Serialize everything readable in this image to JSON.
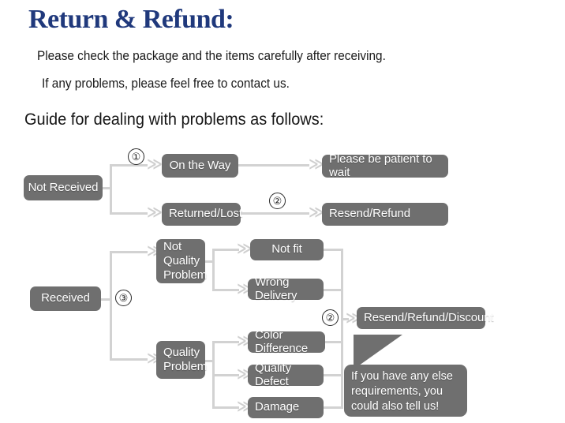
{
  "header": {
    "title": "Return & Refund:",
    "line1": "Please check the package and the items carefully after receiving.",
    "line2": "If any problems, please feel free to contact us.",
    "guide": "Guide for dealing with problems as follows:",
    "title_color": "#20397c",
    "text_color": "#1a1a1a"
  },
  "flowchart": {
    "node_fill": "#6f6f6f",
    "node_text_color": "#ffffff",
    "connector_color": "#d2d2d2",
    "nodes": {
      "not_received": "Not Received",
      "on_the_way": "On the Way",
      "returned_lost": "Returned/Lost",
      "please_wait": "Please be patient to wait",
      "resend_refund": "Resend/Refund",
      "received": "Received",
      "not_quality_problem": "Not\nQuality\nProblem",
      "quality_problem": "Quality\nProblem",
      "not_fit": "Not fit",
      "wrong_delivery": "Wrong Delivery",
      "color_difference": "Color Difference",
      "quality_defect": "Quality Defect",
      "damage": "Damage",
      "resend_refund_discount": "Resend/Refund/Discount"
    },
    "markers": {
      "m1": "①",
      "m2_top": "②",
      "m3": "③",
      "m2_bottom": "②"
    },
    "arrow_glyph": "≫",
    "callout": "If you have any else requirements, you could also tell us!"
  }
}
